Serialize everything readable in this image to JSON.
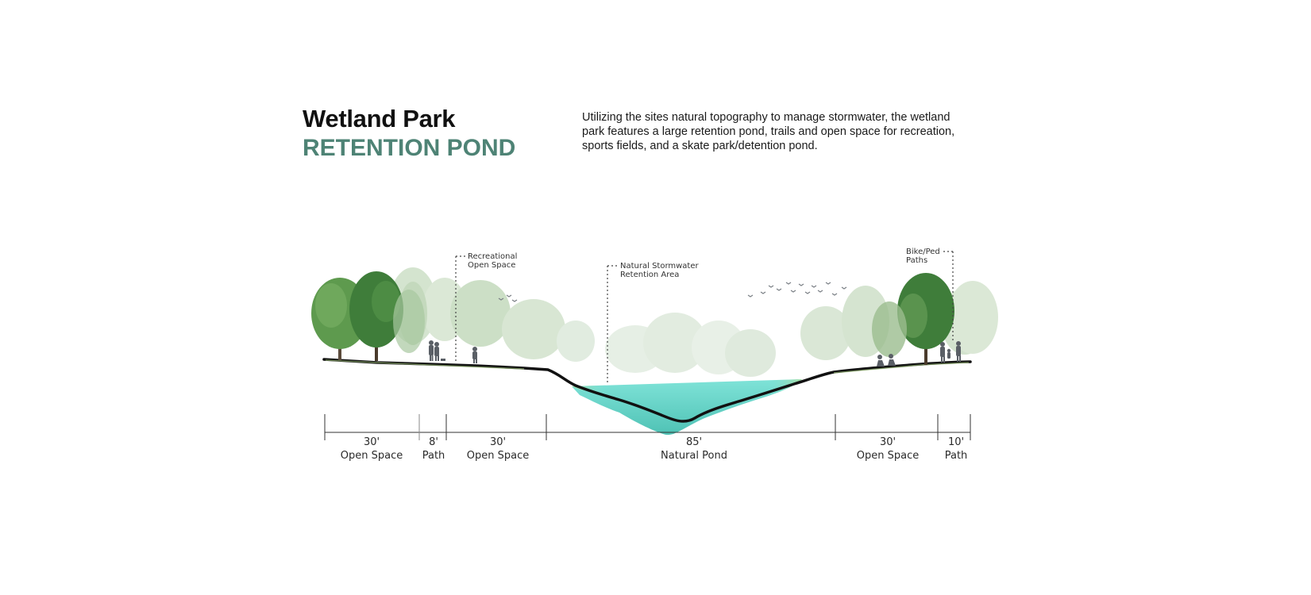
{
  "header": {
    "title": "Wetland Park",
    "subtitle": "RETENTION POND",
    "description_lines": [
      "Utilizing the sites natural topography to manage stormwater, the wetland",
      "park features a large retention pond, trails and open space for recreation,",
      "sports fields, and a skate park/detention pond."
    ]
  },
  "colors": {
    "title": "#111111",
    "subtitle": "#4e8375",
    "water": "#6fd6cc",
    "tree_dark": "#3f7d3a",
    "tree_light": "#c9dcc4",
    "ground": "#111111"
  },
  "callouts": [
    {
      "line1": "Recreational",
      "line2": "Open Space"
    },
    {
      "line1": "Natural Stormwater",
      "line2": "Retention Area"
    },
    {
      "line1": "Bike/Ped",
      "line2": "Paths"
    }
  ],
  "dimensions": [
    {
      "value": "30'",
      "label": "Open Space"
    },
    {
      "value": "8'",
      "label": "Path"
    },
    {
      "value": "30'",
      "label": "Open Space"
    },
    {
      "value": "85'",
      "label": "Natural Pond"
    },
    {
      "value": "30'",
      "label": "Open Space"
    },
    {
      "value": "10'",
      "label": "Path"
    }
  ]
}
